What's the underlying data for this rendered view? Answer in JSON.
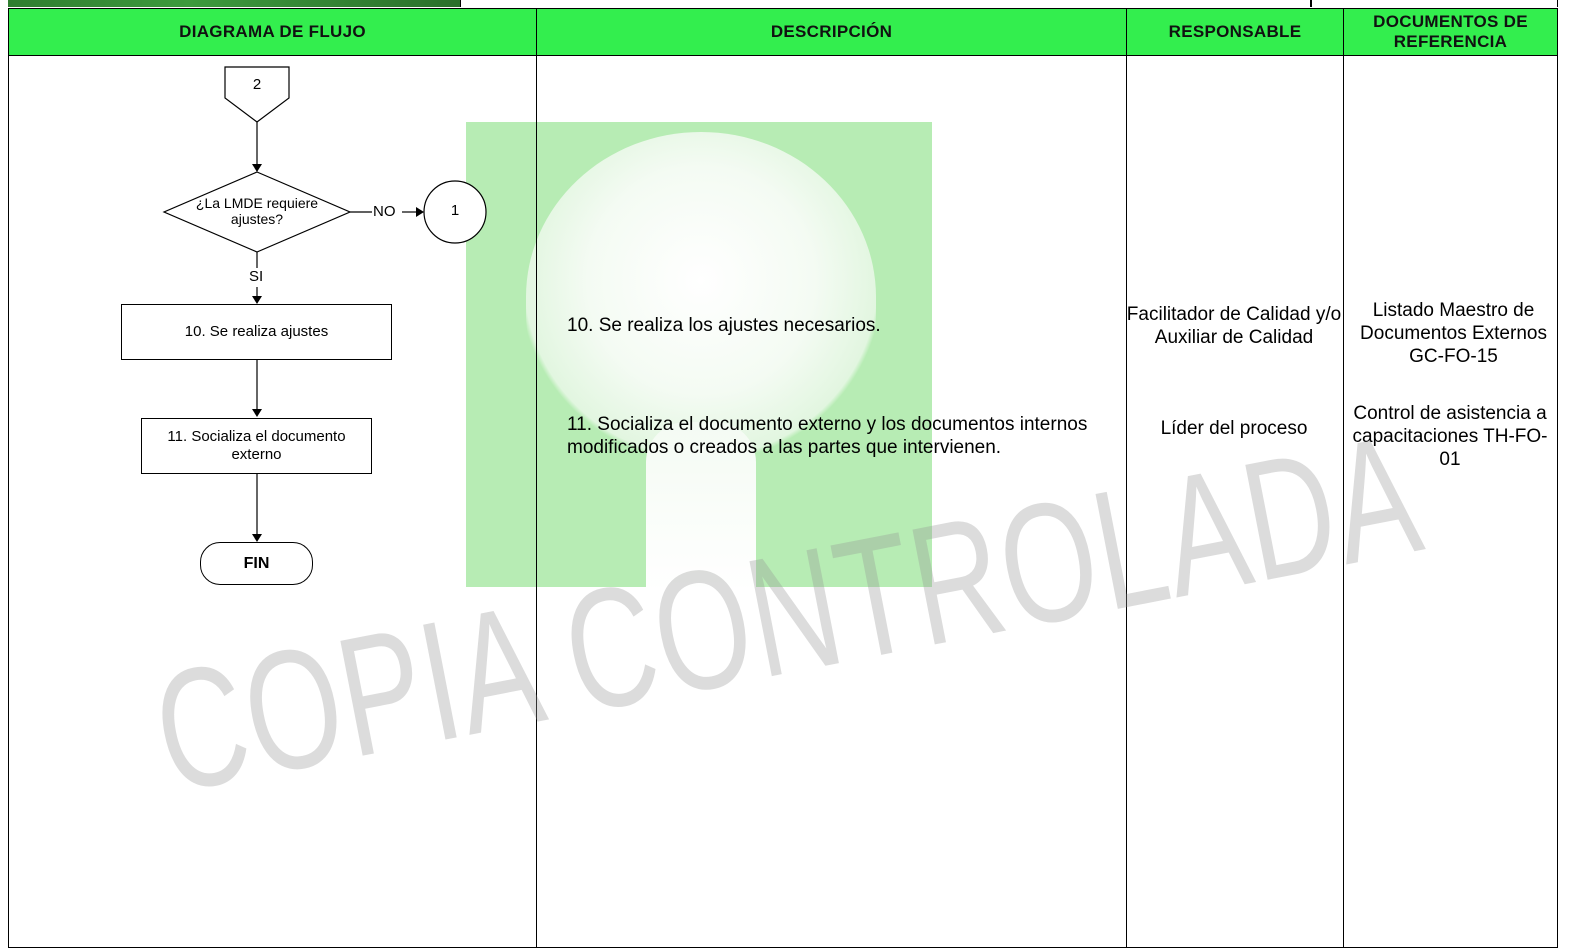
{
  "headers": {
    "flow": "DIAGRAMA DE FLUJO",
    "description": "DESCRIPCIÓN",
    "responsible": "RESPONSABLE",
    "references": "DOCUMENTOS DE REFERENCIA"
  },
  "flowchart": {
    "offpage_connector": "2",
    "decision": "¿La LMDE requiere ajustes?",
    "no_label": "NO",
    "yes_label": "SI",
    "connector": "1",
    "step10": "10. Se realiza ajustes",
    "step11": "11. Socializa el documento externo",
    "end": "FIN"
  },
  "rows": [
    {
      "description": "10. Se realiza los ajustes necesarios.",
      "responsible": "Facilitador de Calidad y/o Auxiliar de Calidad",
      "reference": "Listado Maestro de Documentos Externos GC-FO-15"
    },
    {
      "description": "11. Socializa el documento externo y los documentos internos modificados o creados a las partes que intervienen.",
      "responsible": "Líder del proceso",
      "reference": "Control de asistencia a capacitaciones TH-FO-01"
    }
  ],
  "watermark": "COPIA CONTROLADA",
  "colors": {
    "header_green": "#33ee4e",
    "tree_green": "#b7ecb4"
  }
}
